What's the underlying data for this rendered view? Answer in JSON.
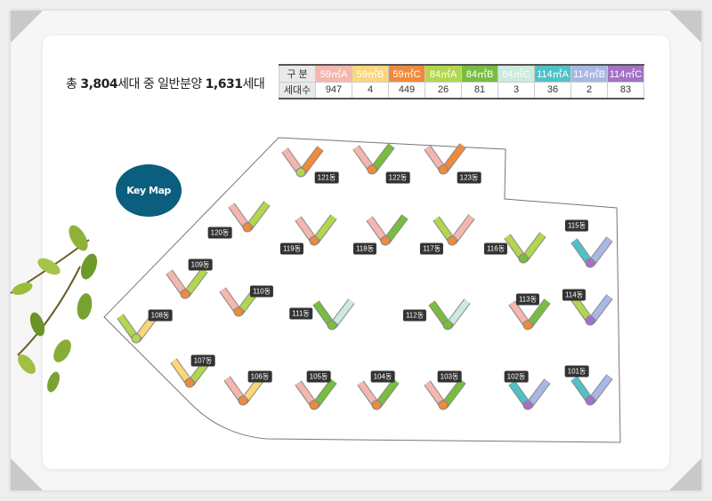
{
  "summary": {
    "prefix": "총 ",
    "total": "3,804",
    "mid": "세대 중 일반분양 ",
    "general": "1,631",
    "suffix": "세대"
  },
  "table": {
    "header_label": "구 분",
    "row_label": "세대수",
    "types": [
      {
        "name": "59㎡A",
        "count": "947",
        "color": "#f4b6ae"
      },
      {
        "name": "59㎡B",
        "count": "4",
        "color": "#fbd67a"
      },
      {
        "name": "59㎡C",
        "count": "449",
        "color": "#f08a3a"
      },
      {
        "name": "84㎡A",
        "count": "26",
        "color": "#b3d64f"
      },
      {
        "name": "84㎡B",
        "count": "81",
        "color": "#78bd40"
      },
      {
        "name": "84㎡C",
        "count": "3",
        "color": "#cdeadc"
      },
      {
        "name": "114㎡A",
        "count": "36",
        "color": "#4fc2c8"
      },
      {
        "name": "114㎡B",
        "count": "2",
        "color": "#a9b7e4"
      },
      {
        "name": "114㎡C",
        "count": "83",
        "color": "#a371c5"
      }
    ]
  },
  "keymap": "Key Map",
  "buildings": [
    "121동",
    "122동",
    "123동",
    "120동",
    "119동",
    "118동",
    "117동",
    "116동",
    "115동",
    "109동",
    "110동",
    "111동",
    "112동",
    "113동",
    "114동",
    "108동",
    "107동",
    "106동",
    "105동",
    "104동",
    "103동",
    "102동",
    "101동"
  ]
}
